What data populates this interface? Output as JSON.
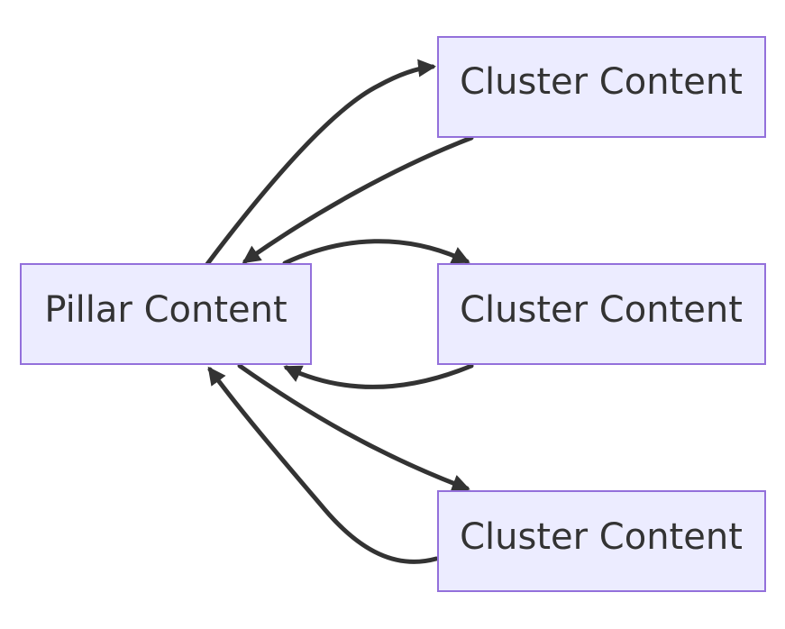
{
  "diagram": {
    "type": "flowchart",
    "direction": "LR",
    "colors": {
      "node_fill": "#ececff",
      "node_border": "#9370db",
      "edge": "#333333",
      "text": "#333333",
      "background": "#ffffff"
    },
    "nodes": [
      {
        "id": "pillar",
        "label": "Pillar Content"
      },
      {
        "id": "cluster1",
        "label": "Cluster Content"
      },
      {
        "id": "cluster2",
        "label": "Cluster Content"
      },
      {
        "id": "cluster3",
        "label": "Cluster Content"
      }
    ],
    "edges": [
      {
        "from": "pillar",
        "to": "cluster1"
      },
      {
        "from": "cluster1",
        "to": "pillar"
      },
      {
        "from": "pillar",
        "to": "cluster2"
      },
      {
        "from": "cluster2",
        "to": "pillar"
      },
      {
        "from": "pillar",
        "to": "cluster3"
      },
      {
        "from": "cluster3",
        "to": "pillar"
      }
    ]
  }
}
